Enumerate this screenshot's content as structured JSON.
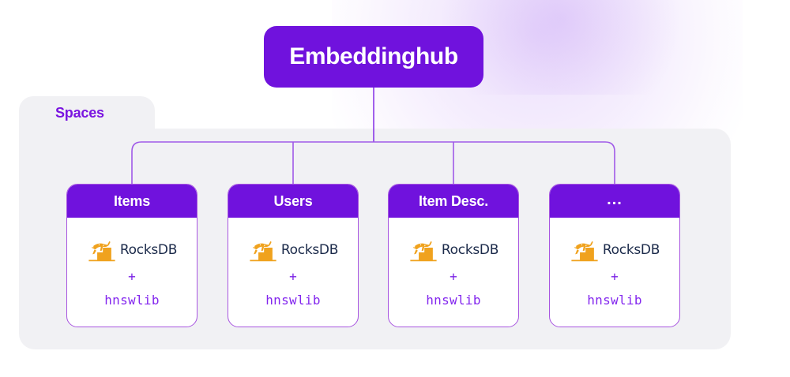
{
  "diagram": {
    "root": {
      "label": "Embeddinghub"
    },
    "group": {
      "tab_label": "Spaces"
    },
    "cards": [
      {
        "title": "Items",
        "engine": "RocksDB",
        "connector": "+",
        "index": "hnswlib",
        "logo_icon": "rocksdb-logo-icon"
      },
      {
        "title": "Users",
        "engine": "RocksDB",
        "connector": "+",
        "index": "hnswlib",
        "logo_icon": "rocksdb-logo-icon"
      },
      {
        "title": "Item Desc.",
        "engine": "RocksDB",
        "connector": "+",
        "index": "hnswlib",
        "logo_icon": "rocksdb-logo-icon"
      },
      {
        "title": "...",
        "engine": "RocksDB",
        "connector": "+",
        "index": "hnswlib",
        "logo_icon": "rocksdb-logo-icon"
      }
    ],
    "colors": {
      "primary_purple": "#7012dd",
      "card_border": "#a855e0",
      "panel_background": "#f1f1f4",
      "index_text": "#8326ee",
      "engine_text": "#1b2a4a",
      "logo_orange": "#f5a623",
      "page_background": "#ffffff"
    }
  }
}
